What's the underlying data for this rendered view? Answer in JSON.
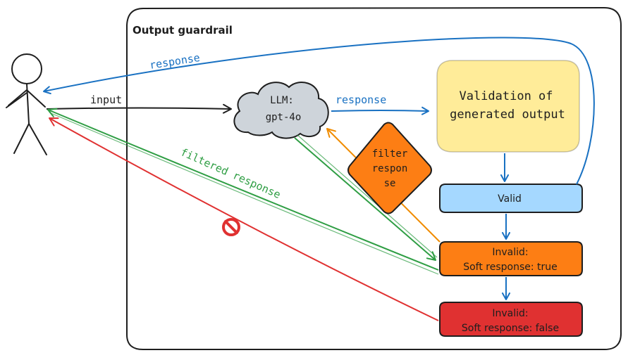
{
  "container": {
    "title": "Output guardrail"
  },
  "nodes": {
    "llm": {
      "line1": "LLM:",
      "line2": "gpt-4o"
    },
    "validation": {
      "line1": "Validation of",
      "line2": "generated output"
    },
    "valid": {
      "label": "Valid"
    },
    "invalid_soft_true": {
      "line1": "Invalid:",
      "line2": "Soft response: true"
    },
    "invalid_soft_false": {
      "line1": "Invalid:",
      "line2": "Soft response: false"
    },
    "filter": {
      "line1": "filter",
      "line2": "respon",
      "line3": "se"
    }
  },
  "edges": {
    "input": "input",
    "llm_response": "response",
    "valid_response": "response",
    "filtered_response": "filtered response"
  },
  "icons": {
    "user": "stick-figure-icon",
    "blocked": "prohibited-icon"
  },
  "colors": {
    "blue": "#1971c2",
    "green": "#2f9e44",
    "red": "#e03131",
    "orange": "#f08c00",
    "black": "#1e1e1e",
    "validation_fill": "#ffec99",
    "valid_fill": "#a5d8ff",
    "invalid_true_fill": "#fd7e14",
    "invalid_false_fill": "#e03131",
    "cloud_fill": "#ced4da"
  }
}
